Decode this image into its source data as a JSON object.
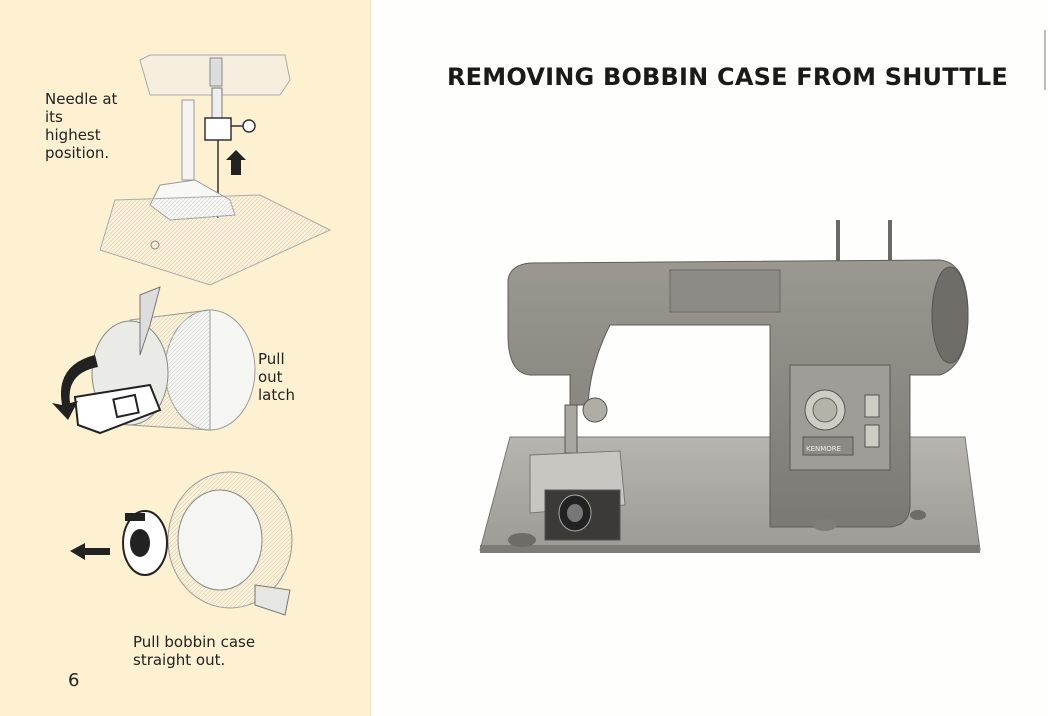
{
  "left_page": {
    "caption_needle": [
      "Needle at",
      "its",
      "highest",
      "position."
    ],
    "caption_latch": [
      "Pull",
      "out",
      "latch"
    ],
    "caption_bobbin": [
      "Pull bobbin case",
      "straight out."
    ],
    "page_number": "6"
  },
  "right_page": {
    "title": "REMOVING BOBBIN CASE FROM SHUTTLE",
    "machine_badge": "KENMORE"
  },
  "colors": {
    "left_page_bg": "#fdf1d2",
    "machine_body": "#8e8c86",
    "machine_base": "#a9a7a1"
  }
}
